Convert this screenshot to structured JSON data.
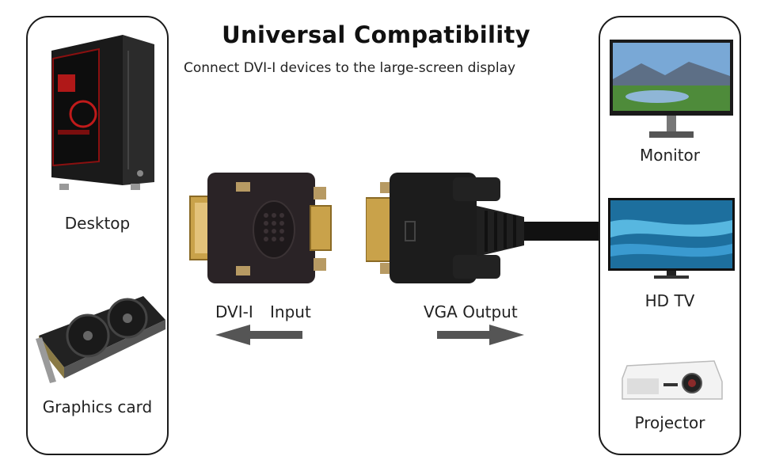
{
  "header": {
    "title": "Universal Compatibility",
    "subtitle": "Connect DVI-I devices to the large-screen display"
  },
  "left_panel": {
    "items": [
      {
        "label": "Desktop",
        "icon": "desktop-tower-icon"
      },
      {
        "label": "Graphics card",
        "icon": "graphics-card-icon"
      }
    ]
  },
  "right_panel": {
    "items": [
      {
        "label": "Monitor",
        "icon": "monitor-icon"
      },
      {
        "label": "HD TV",
        "icon": "tv-icon"
      },
      {
        "label": "Projector",
        "icon": "projector-icon"
      }
    ]
  },
  "center": {
    "input_label_a": "DVI-I",
    "input_label_b": "Input",
    "output_label": "VGA Output",
    "adapter_icon": "dvi-adapter-icon",
    "connector_icon": "vga-connector-icon"
  },
  "colors": {
    "border": "#1b1b1b",
    "arrow": "#555555",
    "text": "#222222"
  }
}
